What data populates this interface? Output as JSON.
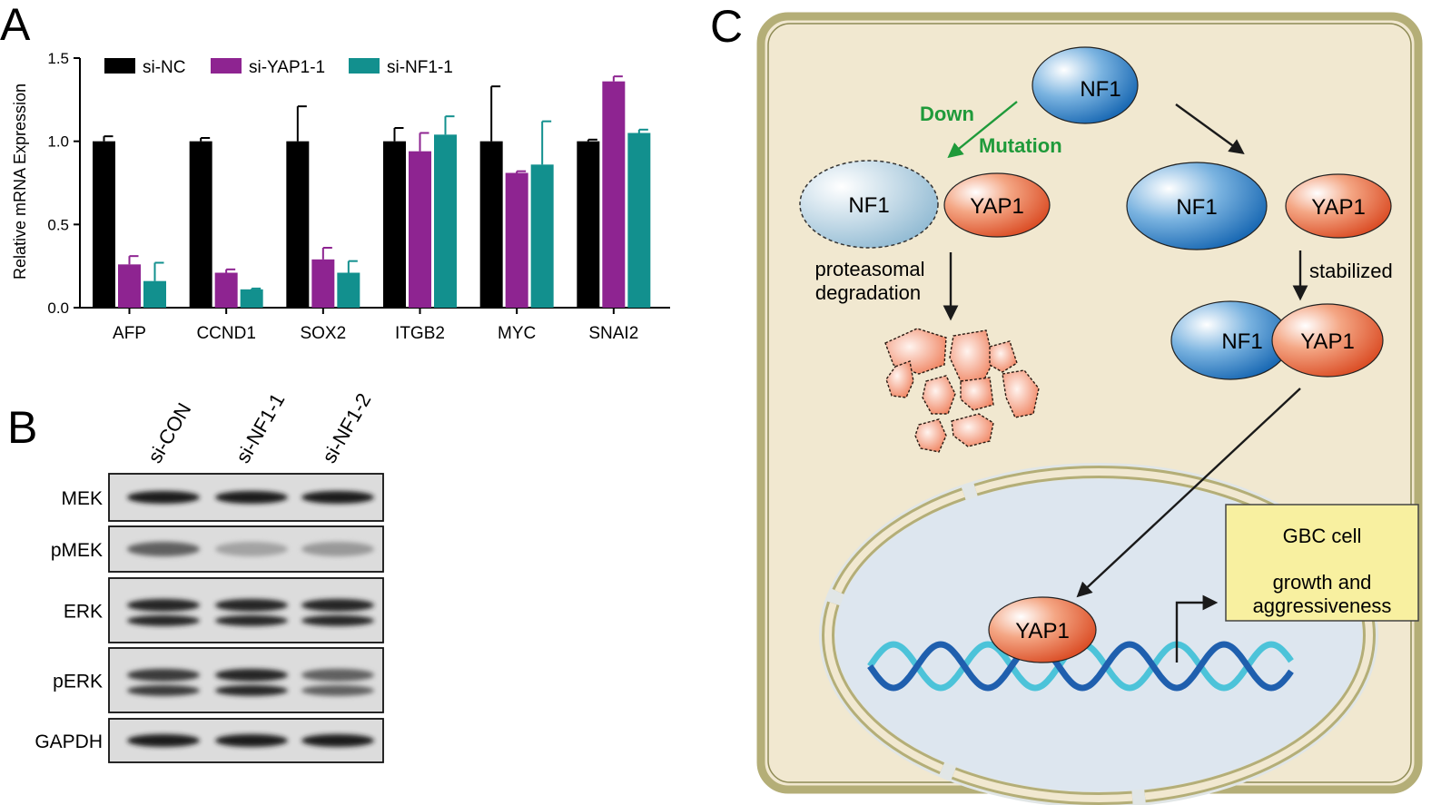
{
  "panels": {
    "a": {
      "letter": "A"
    },
    "b": {
      "letter": "B"
    },
    "c": {
      "letter": "C"
    }
  },
  "colors": {
    "si_nc": "#000000",
    "si_yap1": "#8e2491",
    "si_nf1": "#12908e",
    "cell_fill": "#f1e8d0",
    "cell_border": "#b4ae77",
    "green_text": "#1f9a3a",
    "gbc_box": "#f8f0a0"
  },
  "chart_data": {
    "type": "bar",
    "ylabel": "Relative mRNA Expression",
    "ylim": [
      0,
      1.5
    ],
    "yticks": [
      "0.0",
      "0.5",
      "1.0",
      "1.5"
    ],
    "ytick_values": [
      0,
      0.5,
      1.0,
      1.5
    ],
    "categories": [
      "AFP",
      "CCND1",
      "SOX2",
      "ITGB2",
      "MYC",
      "SNAI2"
    ],
    "series": [
      {
        "name": "si-NC",
        "color": "#000000",
        "values": [
          1.0,
          1.0,
          1.0,
          1.0,
          1.0,
          1.0
        ],
        "errors": [
          0.03,
          0.02,
          0.21,
          0.08,
          0.33,
          0.01
        ]
      },
      {
        "name": "si-YAP1-1",
        "color": "#8e2491",
        "values": [
          0.26,
          0.21,
          0.29,
          0.94,
          0.81,
          1.36
        ],
        "errors": [
          0.05,
          0.02,
          0.07,
          0.11,
          0.01,
          0.03
        ]
      },
      {
        "name": "si-NF1-1",
        "color": "#12908e",
        "values": [
          0.16,
          0.11,
          0.21,
          1.04,
          0.86,
          1.05
        ],
        "errors": [
          0.11,
          0.005,
          0.07,
          0.11,
          0.26,
          0.02
        ]
      }
    ],
    "legend_position": "top"
  },
  "blot": {
    "lanes": [
      "si-CON",
      "si-NF1-1",
      "si-NF1-2"
    ],
    "rows": [
      {
        "label": "MEK",
        "intensity": [
          0.95,
          0.95,
          0.95
        ],
        "double": false
      },
      {
        "label": "pMEK",
        "intensity": [
          0.6,
          0.25,
          0.3
        ],
        "double": false
      },
      {
        "label": "ERK",
        "intensity": [
          0.9,
          0.9,
          0.9
        ],
        "double": true
      },
      {
        "label": "pERK",
        "intensity": [
          0.8,
          0.9,
          0.6
        ],
        "double": true
      },
      {
        "label": "GAPDH",
        "intensity": [
          0.95,
          0.95,
          0.95
        ],
        "double": false
      }
    ]
  },
  "diagram": {
    "nf1_top": "NF1",
    "down_label": "Down",
    "mutation_label": "Mutation",
    "nf1_degraded": "NF1",
    "yap1_left": "YAP1",
    "proteasomal_label": "proteasomal",
    "degradation_label": "degradation",
    "nf1_right": "NF1",
    "yap1_right": "YAP1",
    "stabilized_label": "stabilized",
    "complex_nf1": "NF1",
    "complex_yap1": "YAP1",
    "yap1_nucleus": "YAP1",
    "gbc_line1": "GBC cell",
    "gbc_line2": "growth and",
    "gbc_line3": "aggressiveness"
  }
}
